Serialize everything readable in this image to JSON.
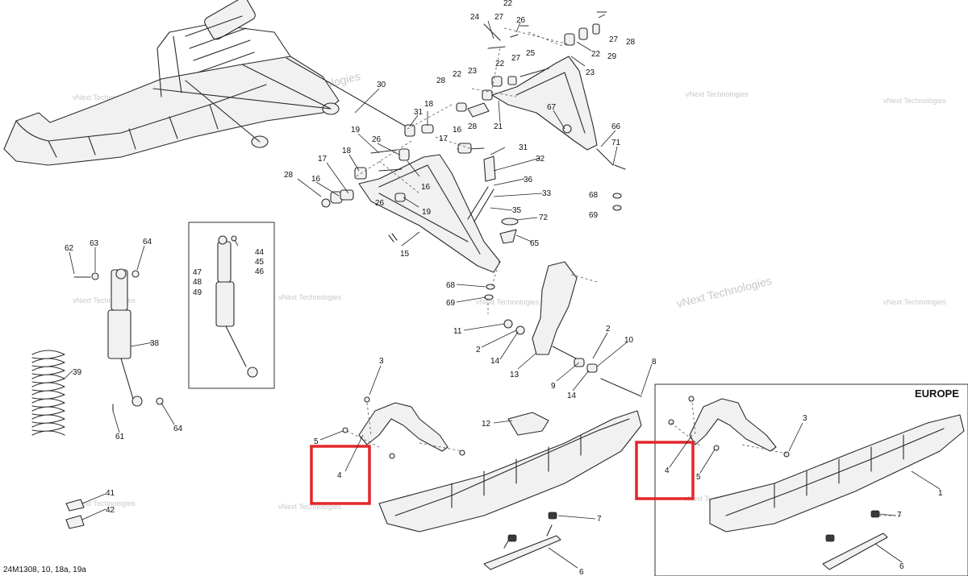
{
  "diagram_code": "24M1308, 10, 18a, 19a",
  "region_label": "EUROPE",
  "watermark": "vNext Technologies",
  "highlight_color": "#e3262b",
  "callouts": {
    "c24": "24",
    "c22a": "22",
    "c27a": "27",
    "c26a": "26",
    "c28a": "28",
    "c27b": "27",
    "c22b": "22",
    "c29": "29",
    "c23a": "23",
    "c22c": "22",
    "c27c": "27",
    "c25": "25",
    "c23b": "23",
    "c28b": "28",
    "c22d": "22",
    "c30": "30",
    "c18a": "18",
    "c31a": "31",
    "c67": "67",
    "c16a": "16",
    "c28c": "28",
    "c21": "21",
    "c66": "66",
    "c19a": "19",
    "c26b": "26",
    "c17a": "17",
    "c71": "71",
    "c31b": "31",
    "c32": "32",
    "c18b": "18",
    "c17b": "17",
    "c36": "36",
    "c28d": "28",
    "c16b": "16",
    "c16c": "16",
    "c33": "33",
    "c26c": "26",
    "c19b": "19",
    "c68a": "68",
    "c69a": "69",
    "c35": "35",
    "c72": "72",
    "c65": "65",
    "c15": "15",
    "c62": "62",
    "c63": "63",
    "c64a": "64",
    "c44": "44",
    "c45": "45",
    "c46": "46",
    "c47": "47",
    "c48": "48",
    "c49": "49",
    "c68b": "68",
    "c69b": "69",
    "c11": "11",
    "c2a": "2",
    "c14a": "14",
    "c13": "13",
    "c2b": "2",
    "c10": "10",
    "c38": "38",
    "c39": "39",
    "c9": "9",
    "c14b": "14",
    "c8": "8",
    "c3a": "3",
    "c61": "61",
    "c64b": "64",
    "c12": "12",
    "c5a": "5",
    "c4a": "4",
    "c7a": "7",
    "c6a": "6",
    "c4b": "4",
    "c5b": "5",
    "c3b": "3",
    "c1": "1",
    "c7b": "7",
    "c6b": "6",
    "c41": "41",
    "c42": "42"
  }
}
